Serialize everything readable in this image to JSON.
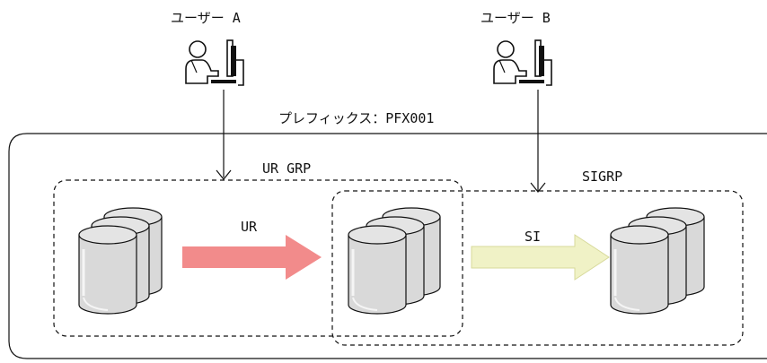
{
  "users": [
    {
      "label": "ユーザー A",
      "icon": "user-at-computer-icon"
    },
    {
      "label": "ユーザー B",
      "icon": "user-at-computer-icon"
    }
  ],
  "prefix_label": "プレフィックス：PFX001",
  "groups": [
    {
      "name": "URGRP",
      "label": "UR GRP"
    },
    {
      "name": "SIGRP",
      "label": "SIGRP"
    }
  ],
  "copies": [
    {
      "label": "UR",
      "color": "#f28b8b"
    },
    {
      "label": "SI",
      "color": "#f0f2c6"
    }
  ],
  "storage_icon": "storage-volumes-icon",
  "colors": {
    "line": "#111111",
    "volume_fill": "#d9d9d9",
    "ur_arrow": "#f28b8b",
    "si_arrow": "#f0f2c6",
    "si_arrow_stroke": "#d7d99a"
  }
}
